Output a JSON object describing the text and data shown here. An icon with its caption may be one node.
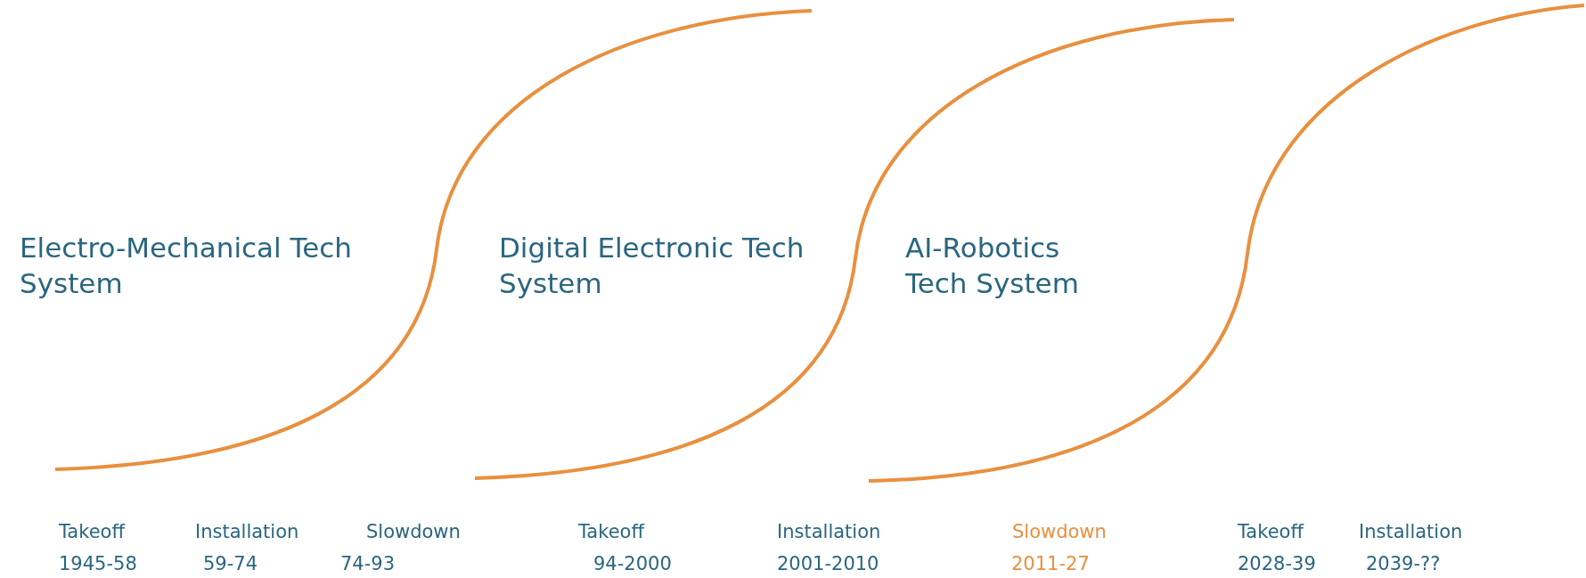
{
  "diagram": {
    "labels": [
      "Electro-Mechanical Tech System",
      "Digital Electronic Tech System",
      "AI-Robotics Tech System",
      "Takeoff",
      "Installation",
      "Slowdown",
      "Takeoff",
      "Installation",
      "Slowdown",
      "Takeoff",
      "Installation",
      "1945-58",
      "59-74",
      "74-93",
      "94-2000",
      "2001-2010",
      "2011-27",
      "2028-39",
      "2039-??"
    ]
  }
}
